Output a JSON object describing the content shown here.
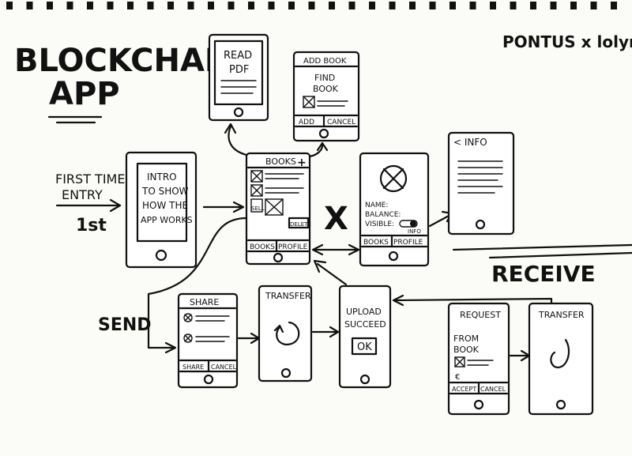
{
  "title_line1": "BLOCKCHAIN",
  "title_line2": "APP",
  "authors": "PONTUS x lolyn",
  "first_time_entry": [
    "FIRST TIME",
    "ENTRY"
  ],
  "first_label": "1st",
  "intro": [
    "INTRO",
    "TO SHOW",
    "HOW THE",
    "APP WORKS"
  ],
  "read_pdf": [
    "READ",
    "PDF"
  ],
  "add_book": {
    "header": "ADD BOOK",
    "find": [
      "FIND",
      "BOOK"
    ],
    "add": "ADD",
    "cancel": "CANCEL"
  },
  "books": {
    "header": "BOOKS",
    "plus": "+",
    "sell": "SELL",
    "delete": "DELETE",
    "tab_books": "BOOKS",
    "tab_profile": "PROFILE"
  },
  "profile": {
    "name": "NAME:",
    "balance": "BALANCE:",
    "visible": "VISIBLE:",
    "info": "INFO",
    "tab_books": "BOOKS",
    "tab_profile": "PROFILE"
  },
  "x_mark": "X",
  "info": {
    "header": "< INFO"
  },
  "receive": "RECEIVE",
  "send": "SEND",
  "share": {
    "header": "SHARE",
    "share": "SHARE",
    "cancel": "CANCEL"
  },
  "transfer": "TRANSFER",
  "upload": {
    "lines": [
      "UPLOAD",
      "SUCCEED"
    ],
    "ok": "OK"
  },
  "request": {
    "header": "REQUEST",
    "from": [
      "FROM",
      "BOOK"
    ],
    "currency": "€",
    "accept": "ACCEPT",
    "cancel": "CANCEL"
  },
  "transfer2": "TRANSFER"
}
